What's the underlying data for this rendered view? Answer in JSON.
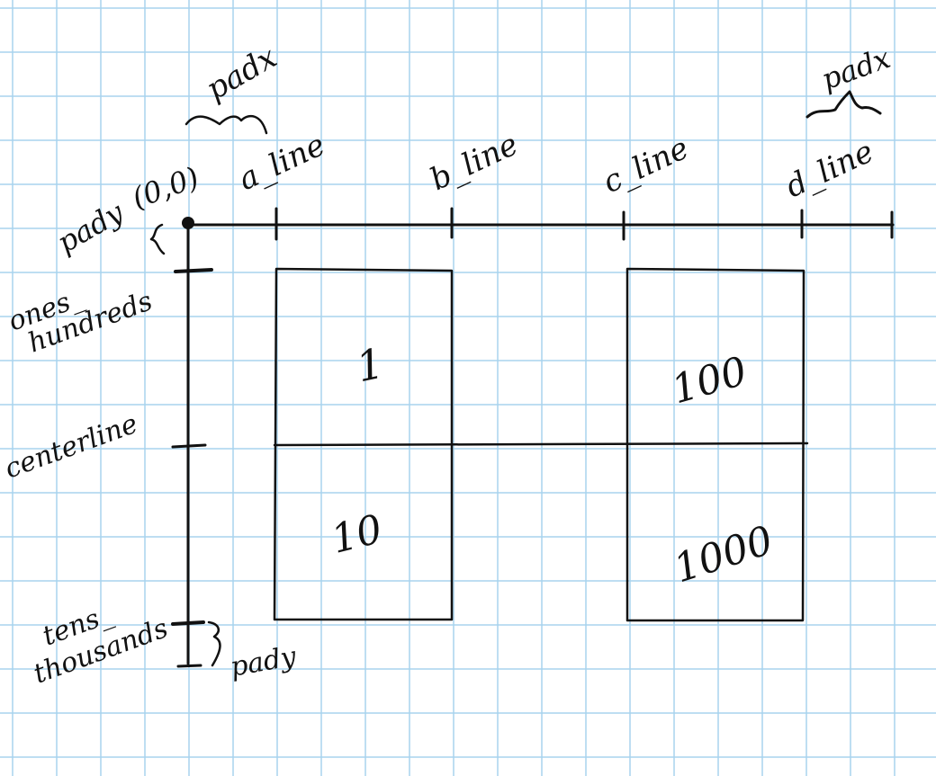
{
  "colors": {
    "background": "#ffffff",
    "grid": "#a8d4ee",
    "ink": "#111111"
  },
  "labels": {
    "origin": "(0,0)",
    "padx_top": "padx",
    "padx_right": "padx",
    "pady_top": "pady",
    "pady_bottom": "pady",
    "a_line": "a_line",
    "b_line": "b_line",
    "c_line": "c_line",
    "d_line": "d_line",
    "ones_hundreds": [
      "ones_",
      "hundreds"
    ],
    "centerline": "centerline",
    "tens_thousands": [
      "tens_",
      "thousands"
    ]
  },
  "cells": {
    "ones": "1",
    "tens": "10",
    "hundreds": "100",
    "thousands": "1000"
  }
}
